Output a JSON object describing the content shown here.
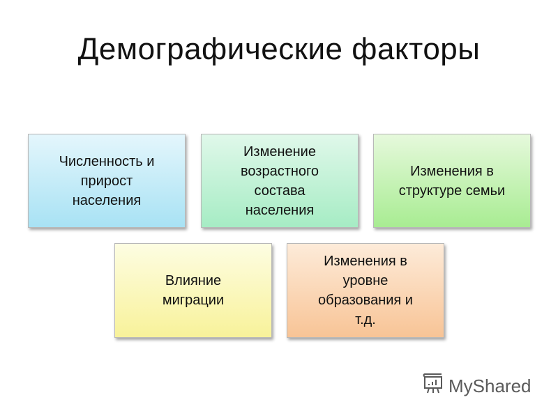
{
  "title": "Демографические факторы",
  "boxes": [
    {
      "text": "Численность и\nприрост\nнаселения",
      "color_top": "#e4f6fc",
      "color_bottom": "#a8e2f4"
    },
    {
      "text": "Изменение\nвозрастного\nсостава\nнаселения",
      "color_top": "#e0f8ea",
      "color_bottom": "#a6ecc4"
    },
    {
      "text": "Изменения в\nструктуре семьи",
      "color_top": "#e6f9dc",
      "color_bottom": "#a8ec92"
    },
    {
      "text": "Влияние\nмиграции",
      "color_top": "#fdfde2",
      "color_bottom": "#f8f29a"
    },
    {
      "text": "Изменения в\nуровне\nобразования и\nт.д.",
      "color_top": "#fdebd9",
      "color_bottom": "#f8c496"
    }
  ],
  "watermark": {
    "text": "MyShared",
    "icon": "presentation-chart-icon"
  }
}
